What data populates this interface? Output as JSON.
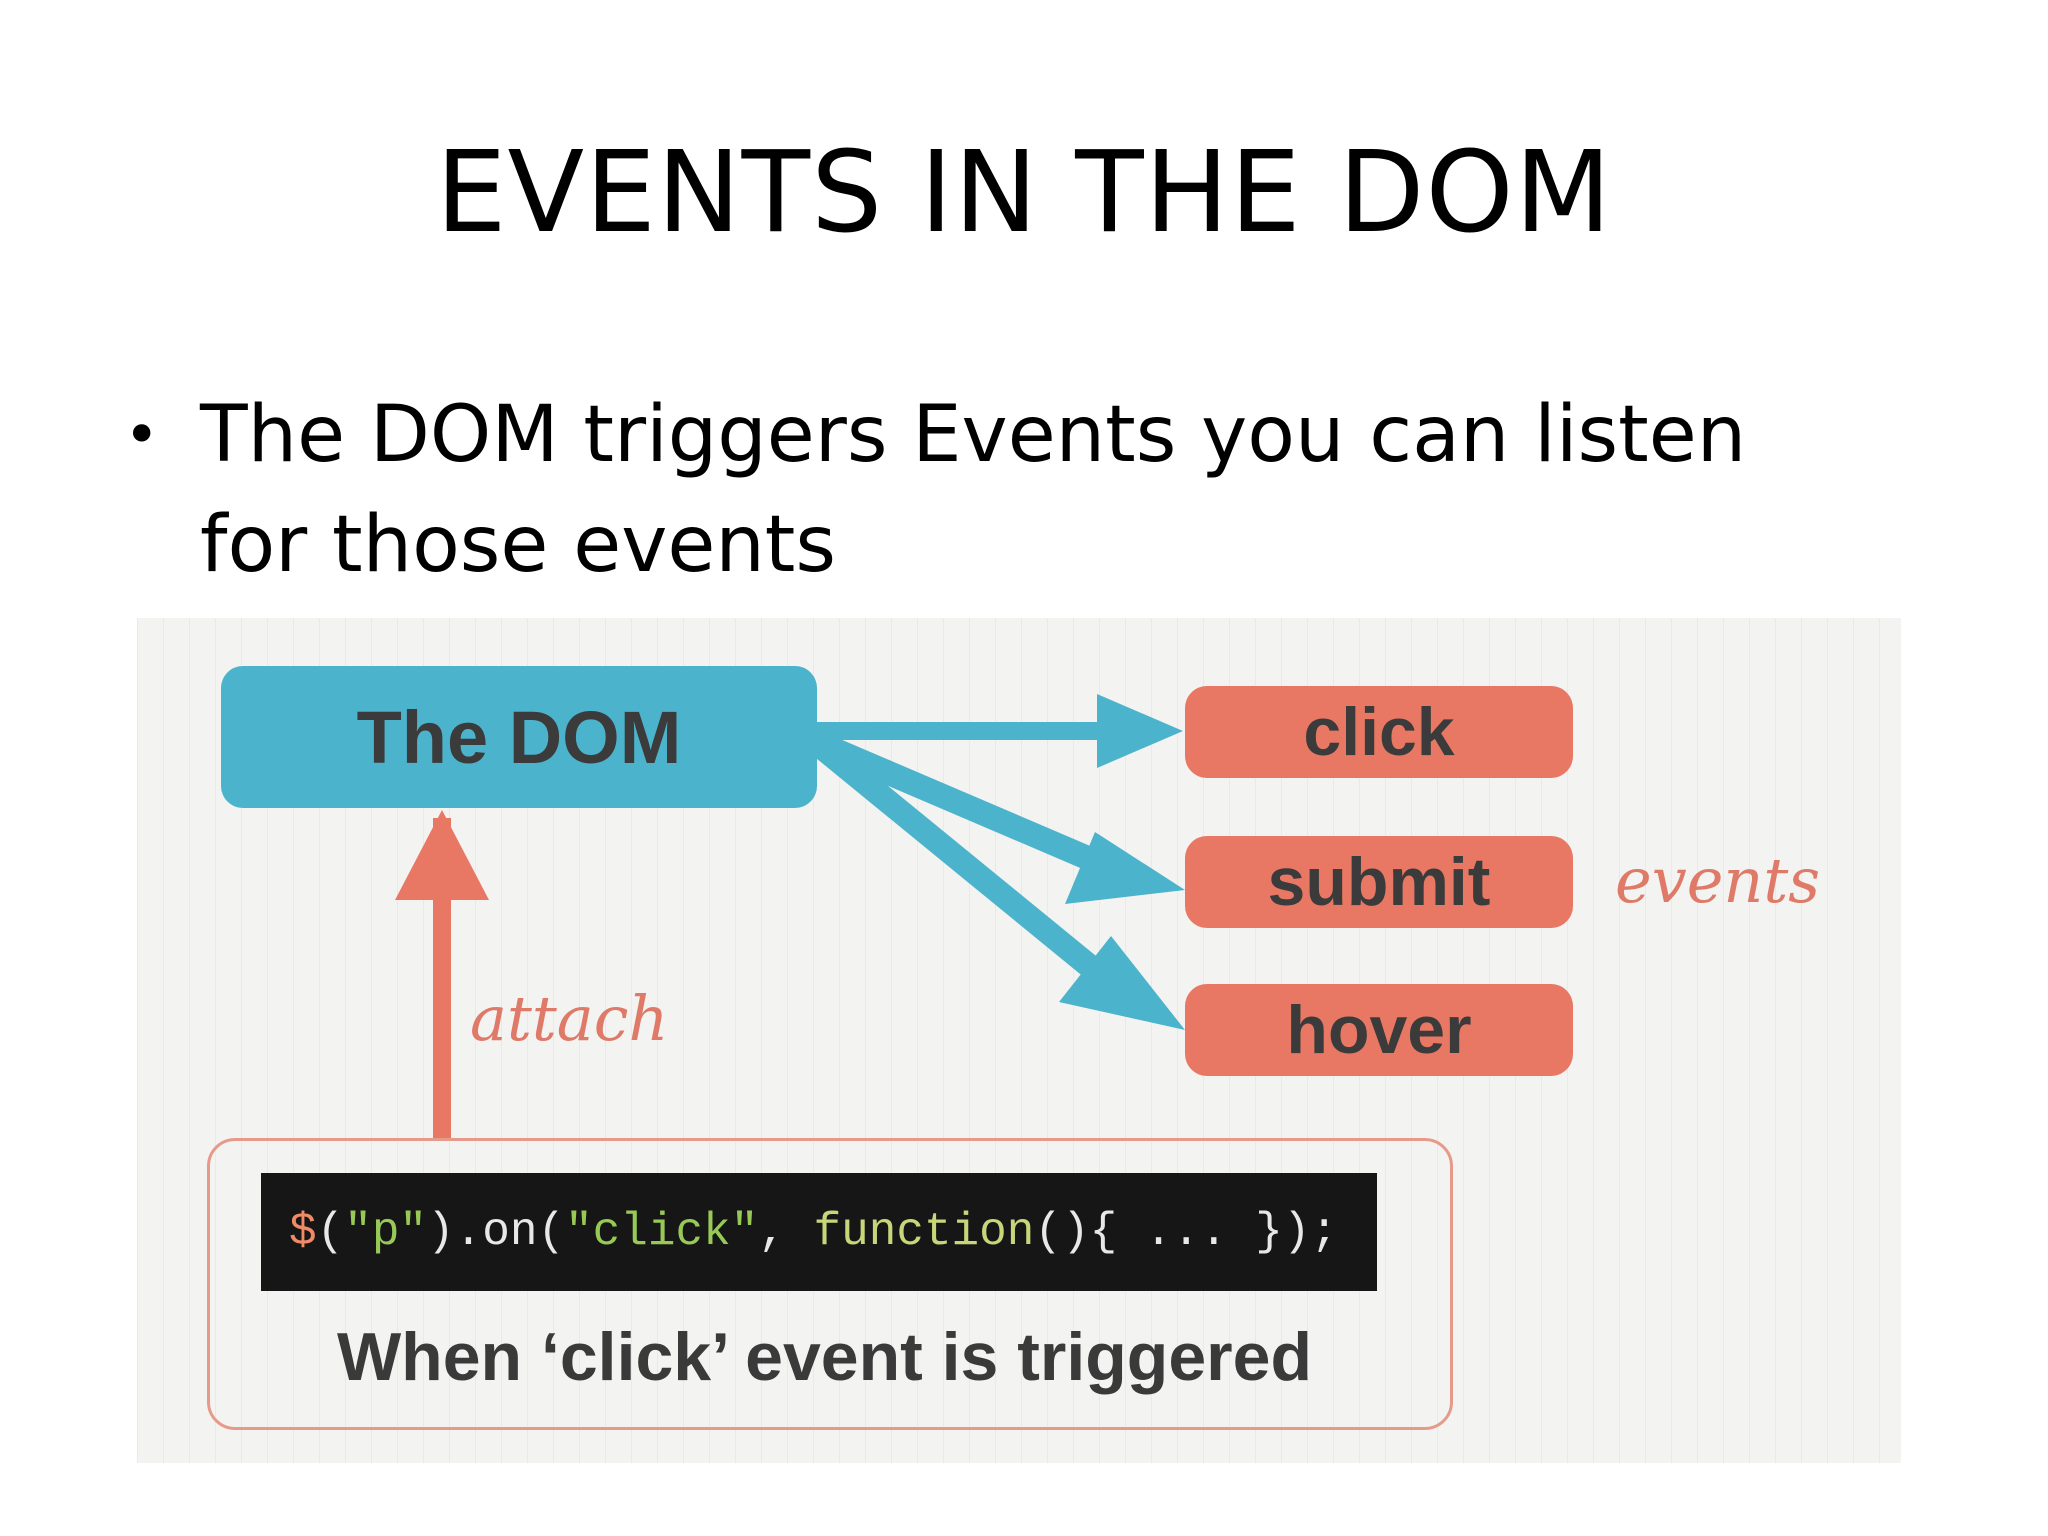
{
  "slide": {
    "title": "EVENTS IN THE DOM",
    "bullet": "The DOM triggers Events you can listen for those events",
    "bullet_marker": "•"
  },
  "diagram": {
    "source_node": "The DOM",
    "events": [
      "click",
      "submit",
      "hover"
    ],
    "events_label": "events",
    "attach_label": "attach",
    "code": {
      "dollar": "$",
      "open": "(",
      "selector": "\"p\"",
      "on": ").on(",
      "event": "\"click\"",
      "comma": ", ",
      "func": "function",
      "rest": "(){ ... });"
    },
    "caption": "When ‘click’ event is triggered"
  },
  "colors": {
    "dom_blue": "#4cb3cc",
    "event_red": "#e87863",
    "arrow_blue": "#4cb3cc",
    "arrow_red": "#e87863",
    "code_bg": "#161616"
  }
}
